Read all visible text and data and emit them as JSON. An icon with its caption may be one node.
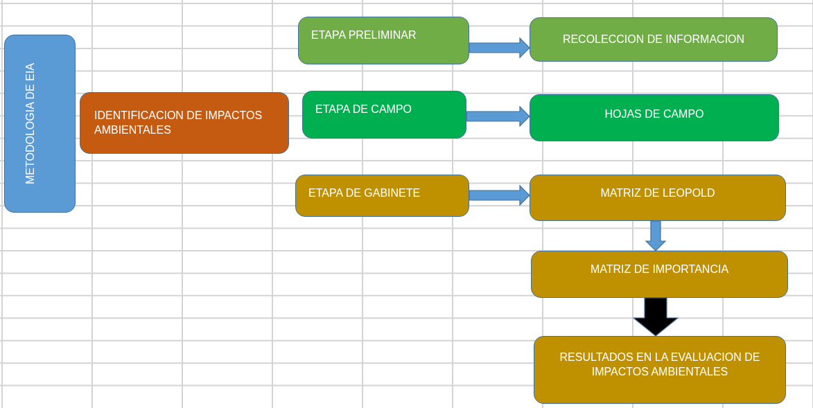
{
  "diagram": {
    "nodes": [
      {
        "text": [
          "METODOLOGIA DE EIA"
        ]
      },
      {
        "text": [
          "IDENTIFICACION DE IMPACTOS AMBIENTALES"
        ]
      },
      {
        "text": [
          "ETAPA PRELIMINAR"
        ]
      },
      {
        "text": [
          "RECOLECCION DE INFORMACION"
        ]
      },
      {
        "text": [
          "ETAPA DE CAMPO"
        ]
      },
      {
        "text": [
          "HOJAS DE CAMPO"
        ]
      },
      {
        "text": [
          "ETAPA DE GABINETE"
        ]
      },
      {
        "text": [
          "MATRIZ DE LEOPOLD"
        ]
      },
      {
        "text": [
          "MATRIZ DE IMPORTANCIA"
        ]
      },
      {
        "text": [
          "RESULTADOS EN LA EVALUACION DE IMPACTOS AMBIENTALES"
        ]
      }
    ],
    "edges": [
      {
        "from": 2,
        "to": 3,
        "arrow": "to"
      },
      {
        "from": 4,
        "to": 5,
        "arrow": "to"
      },
      {
        "from": 6,
        "to": 7,
        "arrow": "to"
      },
      {
        "from": 7,
        "to": 8,
        "arrow": "to"
      },
      {
        "from": 8,
        "to": 9,
        "arrow": "to",
        "style": "thick",
        "color": "#000000"
      }
    ]
  }
}
